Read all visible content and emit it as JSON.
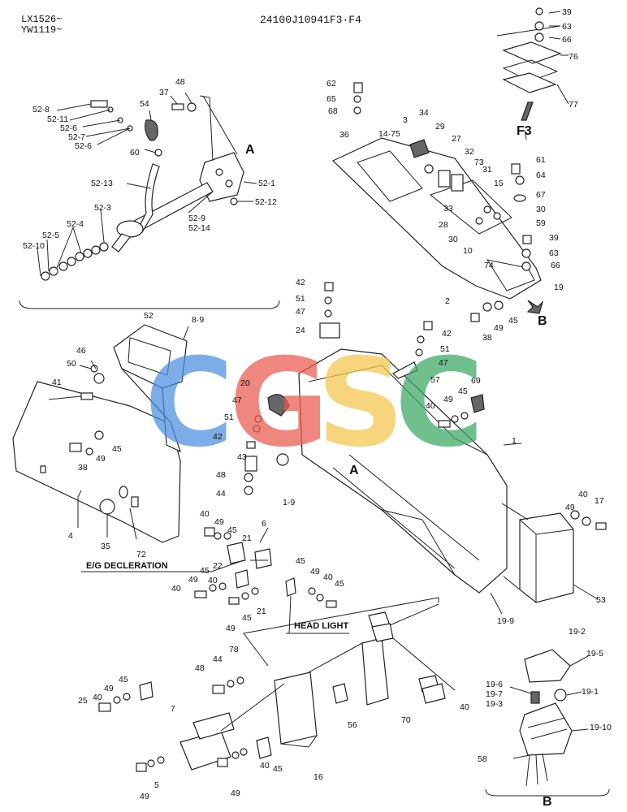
{
  "header": {
    "serial_line_1": "LX1526~",
    "serial_line_2": "YW1119~",
    "drawing_number": "24100J10941F3·F4"
  },
  "watermark": {
    "letters": [
      {
        "char": "C",
        "color": "#4a8ee0"
      },
      {
        "char": "G",
        "color": "#ea5a4e"
      },
      {
        "char": "S",
        "color": "#f4c64c"
      },
      {
        "char": "C",
        "color": "#3aa864"
      }
    ]
  },
  "captions": {
    "eg_deceleration": "E/G DECLERATION",
    "head_light": "HEAD LIGHT",
    "group_52": "52",
    "group_b": "B",
    "view_a": "A",
    "arrow_b": "B",
    "detail_f3": "F3"
  },
  "labels": [
    "52-8",
    "52-11",
    "52-6",
    "52-7",
    "52-6",
    "37",
    "48",
    "54",
    "60",
    "52-13",
    "52-1",
    "52-12",
    "52-9",
    "52-14",
    "52-3",
    "52-4",
    "52-5",
    "52-10",
    "39",
    "63",
    "66",
    "76",
    "77",
    "62",
    "65",
    "68",
    "36",
    "14·75",
    "3",
    "34",
    "29",
    "27",
    "32",
    "73",
    "31",
    "15",
    "61",
    "64",
    "67",
    "30",
    "59",
    "33",
    "28",
    "30",
    "10",
    "39",
    "63",
    "66",
    "74",
    "19",
    "2",
    "42",
    "51",
    "47",
    "24",
    "8·9",
    "46",
    "50",
    "41",
    "20",
    "47",
    "51",
    "42",
    "43",
    "48",
    "44",
    "1-9",
    "38",
    "49",
    "45",
    "42",
    "51",
    "47",
    "57",
    "69",
    "40",
    "49",
    "45",
    "1",
    "38",
    "49",
    "45",
    "4",
    "35",
    "72",
    "40",
    "49",
    "45",
    "21",
    "6",
    "22",
    "49",
    "45",
    "40",
    "40",
    "49",
    "45",
    "21",
    "45",
    "49",
    "40",
    "45",
    "49",
    "40",
    "17",
    "53",
    "19-9",
    "19-2",
    "19-5",
    "19-6",
    "19-7",
    "19-3",
    "19-1",
    "19-10",
    "58",
    "48",
    "44",
    "78",
    "45",
    "49",
    "40",
    "25",
    "7",
    "56",
    "70",
    "40",
    "49",
    "5",
    "16",
    "45",
    "40",
    "49"
  ]
}
